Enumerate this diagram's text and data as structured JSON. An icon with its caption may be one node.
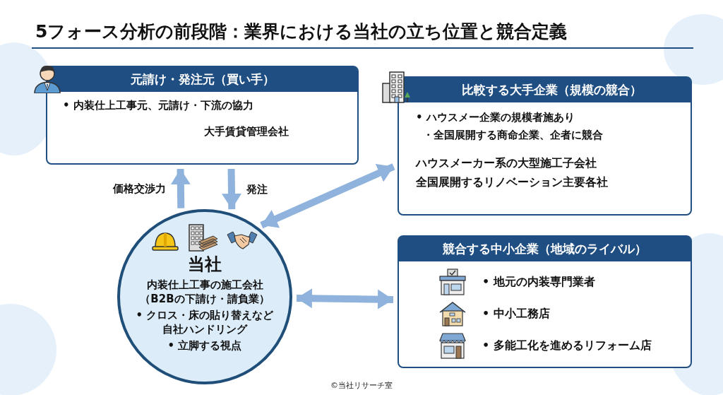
{
  "diagram": {
    "title": "5フォース分析の前段階：業界における当社の立ち位置と競合定義",
    "nodes": [
      {
        "text": [
          "元請け・発注元（買い手）",
          "• 内装仕上工事元、元請け・下流の協力",
          "大手賃貸管理会社"
        ]
      },
      {
        "text": [
          "比較する大手企業（規模の競合）",
          "• ハウスメー企業の規模者施あり",
          "・全国展開する商命企業、企者に競合",
          "ハウスメーカー系の大型施工子会社",
          "全国展開するリノベーション主要各社"
        ]
      },
      {
        "text": [
          "当社",
          "内装仕上工事の施工会社（B2Bの下請け・請負業）",
          "• クロス・床の貼り替えなど自社ハンドリング",
          "• 立脚する視点"
        ]
      },
      {
        "text": [
          "競合する中小企業（地域のライバル）",
          "• 地元の内装専門業者",
          "• 中小工務店",
          "• 多能工化を進めるリフォーム店"
        ]
      }
    ],
    "edges": [
      {
        "from": 2,
        "to": 0,
        "arrow": "to",
        "label": "価格交渉力"
      },
      {
        "from": 0,
        "to": 2,
        "arrow": "to",
        "label": "発注"
      },
      {
        "from": 2,
        "to": 1,
        "arrow": "both"
      },
      {
        "from": 2,
        "to": 3,
        "arrow": "both"
      }
    ],
    "labels": [
      "©当社リサーチ室"
    ]
  }
}
